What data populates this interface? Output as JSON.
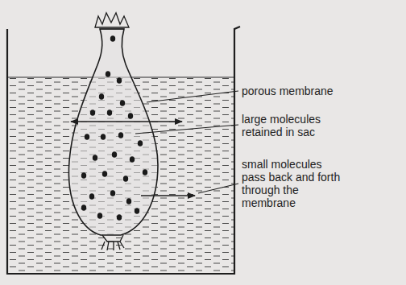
{
  "diagram": {
    "labels": [
      "porous membrane",
      "large molecules retained in sac",
      "small molecules pass back and forth through the membrane"
    ]
  }
}
